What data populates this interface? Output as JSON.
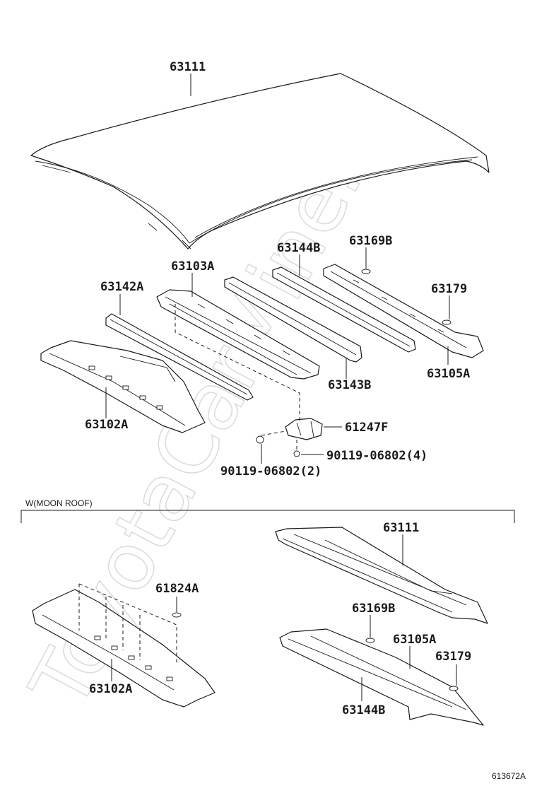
{
  "watermark": "ToyotaCarMine.ru",
  "section_label": "W(MOON ROOF)",
  "figure_ref": "613672A",
  "labels": {
    "p63111_top": "63111",
    "p63103a": "63103A",
    "p63144b_top": "63144B",
    "p63169b_top": "63169B",
    "p63142a": "63142A",
    "p63179_top": "63179",
    "p63105a_top": "63105A",
    "p63143b": "63143B",
    "p63102a_top": "63102A",
    "p61247f": "61247F",
    "p90119_4": "90119-06802(4)",
    "p90119_2": "90119-06802(2)",
    "p63111_bottom": "63111",
    "p61824a": "61824A",
    "p63169b_bottom": "63169B",
    "p63105a_bottom": "63105A",
    "p63179_bottom": "63179",
    "p63102a_bottom": "63102A",
    "p63144b_bottom": "63144B"
  }
}
